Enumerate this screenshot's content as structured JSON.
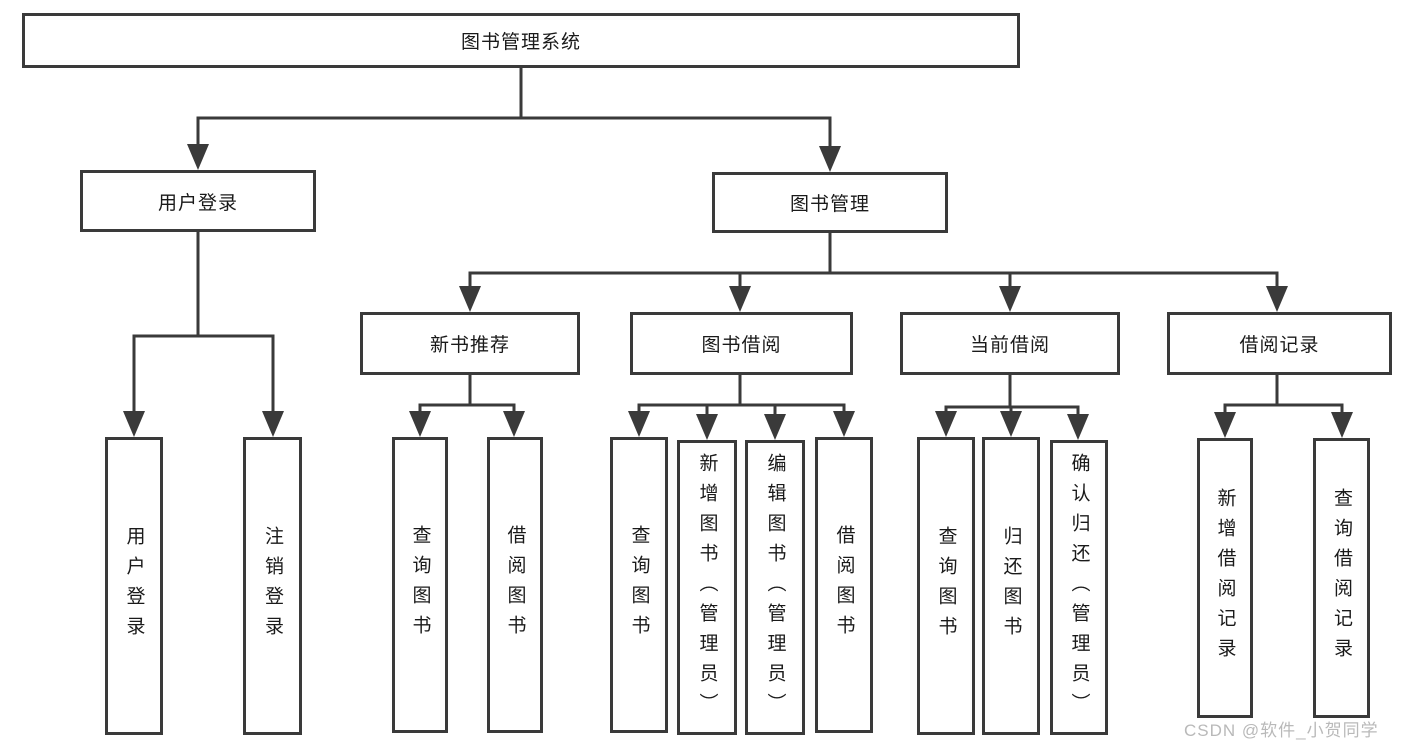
{
  "diagram": {
    "type": "hierarchy-tree",
    "root": {
      "label": "图书管理系统"
    },
    "level1": [
      {
        "label": "用户登录",
        "parent": "图书管理系统"
      },
      {
        "label": "图书管理",
        "parent": "图书管理系统"
      }
    ],
    "level2": [
      {
        "label": "新书推荐",
        "parent": "图书管理"
      },
      {
        "label": "图书借阅",
        "parent": "图书管理"
      },
      {
        "label": "当前借阅",
        "parent": "图书管理"
      },
      {
        "label": "借阅记录",
        "parent": "图书管理"
      }
    ],
    "leaves": [
      {
        "label": "用户登录",
        "parent": "用户登录"
      },
      {
        "label": "注销登录",
        "parent": "用户登录"
      },
      {
        "label": "查询图书",
        "parent": "新书推荐"
      },
      {
        "label": "借阅图书",
        "parent": "新书推荐"
      },
      {
        "label": "查询图书",
        "parent": "图书借阅"
      },
      {
        "label": "新增图书（管理员）",
        "parent": "图书借阅"
      },
      {
        "label": "编辑图书（管理员）",
        "parent": "图书借阅"
      },
      {
        "label": "借阅图书",
        "parent": "图书借阅"
      },
      {
        "label": "查询图书",
        "parent": "当前借阅"
      },
      {
        "label": "归还图书",
        "parent": "当前借阅"
      },
      {
        "label": "确认归还（管理员）",
        "parent": "当前借阅"
      },
      {
        "label": "新增借阅记录",
        "parent": "借阅记录"
      },
      {
        "label": "查询借阅记录",
        "parent": "借阅记录"
      }
    ]
  },
  "watermark": {
    "text": "CSDN @软件_小贺同学"
  },
  "colors": {
    "line": "#3a3a3a",
    "text": "#1a1a1a",
    "watermark": "#b9b9b9",
    "background": "#ffffff"
  }
}
